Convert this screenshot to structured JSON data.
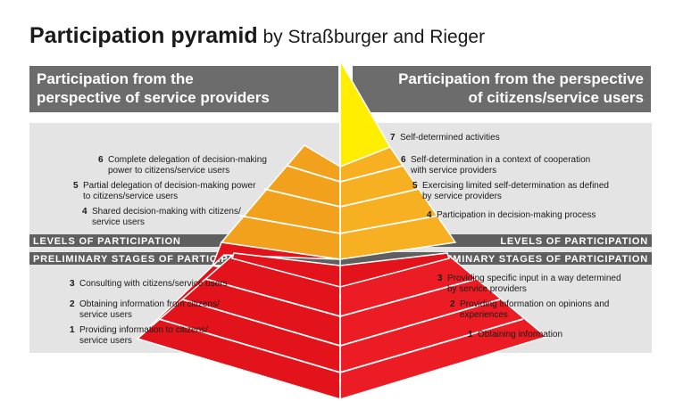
{
  "title": {
    "main": "Participation pyramid",
    "by": " by Straßburger and Rieger"
  },
  "headers": {
    "left": "Participation from the\nperspective of service providers",
    "right": "Participation from the perspective\nof citizens/service users"
  },
  "bands": {
    "levels": "LEVELS OF PARTICIPATION",
    "prelim": "PRELIMINARY STAGES OF PARTICIPATION"
  },
  "left_items": [
    {
      "num": "6",
      "text": "Complete delegation of decision-making\npower to citizens/service users"
    },
    {
      "num": "5",
      "text": "Partial delegation of decision-making power\nto citizens/service users"
    },
    {
      "num": "4",
      "text": "Shared decision-making with citizens/\nservice users"
    },
    {
      "num": "3",
      "text": "Consulting with citizens/service users"
    },
    {
      "num": "2",
      "text": "Obtaining information from citizens/\nservice users"
    },
    {
      "num": "1",
      "text": "Providing information to citizens/\nservice users"
    }
  ],
  "right_items": [
    {
      "num": "7",
      "text": "Self-determined activities"
    },
    {
      "num": "6",
      "text": "Self-determination in a context of cooperation\nwith service providers"
    },
    {
      "num": "5",
      "text": "Exercising limited self-determination as defined\nby service providers"
    },
    {
      "num": "4",
      "text": "Participation in decision-making process"
    },
    {
      "num": "3",
      "text": "Providing specific input in a way determined\nby service providers"
    },
    {
      "num": "2",
      "text": "Providing information on opinions and\nexperiences"
    },
    {
      "num": "1",
      "text": "Obtaining information"
    }
  ],
  "colors": {
    "panel": "#e4e4e4",
    "header": "#6c6c6c",
    "band": "#5f5f5f",
    "yellow": "#ffee00",
    "orange_left": "#f2a11c",
    "orange_right": "#f7b021",
    "red_left": "#e3131b",
    "red_right": "#ec1c24"
  }
}
